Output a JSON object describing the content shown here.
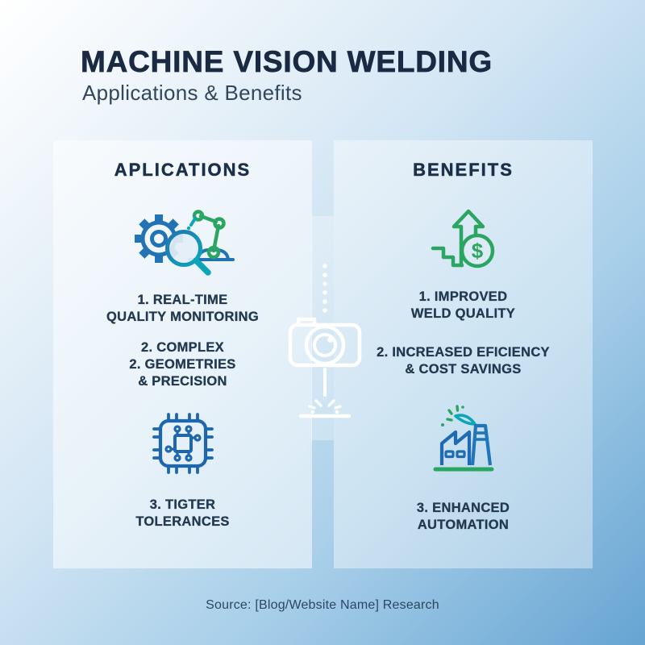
{
  "header": {
    "title": "MACHINE VISION WELDING",
    "subtitle": "Applications & Benefits"
  },
  "columns": {
    "applications": {
      "heading": "APLICATIONS",
      "items": [
        {
          "lines": [
            "1. REAL-TIME",
            "QUALITY MONITORING"
          ]
        },
        {
          "lines": [
            "2. COMPLEX",
            "2. GEOMETRIES",
            "& PRECISION"
          ]
        },
        {
          "lines": [
            "3. TIGTER",
            "TOLERANCES"
          ]
        }
      ],
      "icons": [
        "gear-magnifier-robot-arm-icon",
        "cpu-chip-icon"
      ]
    },
    "benefits": {
      "heading": "BENEFITS",
      "items": [
        {
          "lines": [
            "1. IMPROVED",
            "WELD QUALITY"
          ]
        },
        {
          "lines": [
            "2. INCREASED EFICIENCY",
            "& COST SAVINGS"
          ]
        },
        {
          "lines": [
            "3. ENHANCED",
            "AUTOMATION"
          ]
        }
      ],
      "icons": [
        "growth-arrow-dollar-icon",
        "welding-factory-icon"
      ]
    }
  },
  "center_graphic": {
    "icon": "camera-laser-icon",
    "dollar_symbol": "$"
  },
  "footer": {
    "source": "Source: [Blog/Website Name] Research"
  },
  "colors": {
    "title_text": "#1a2a42",
    "heading_text": "#1b2f4a",
    "body_text": "#233950",
    "footer_text": "#2b4763",
    "icon_blue": "#2173b6",
    "icon_teal": "#0ca6b8",
    "icon_green": "#2aa562",
    "camera_white": "#ffffff",
    "background_top_left": "#ffffff",
    "background_bottom_right": "#66a4d2",
    "panel_tint": "rgba(255,255,255,0.5)"
  }
}
